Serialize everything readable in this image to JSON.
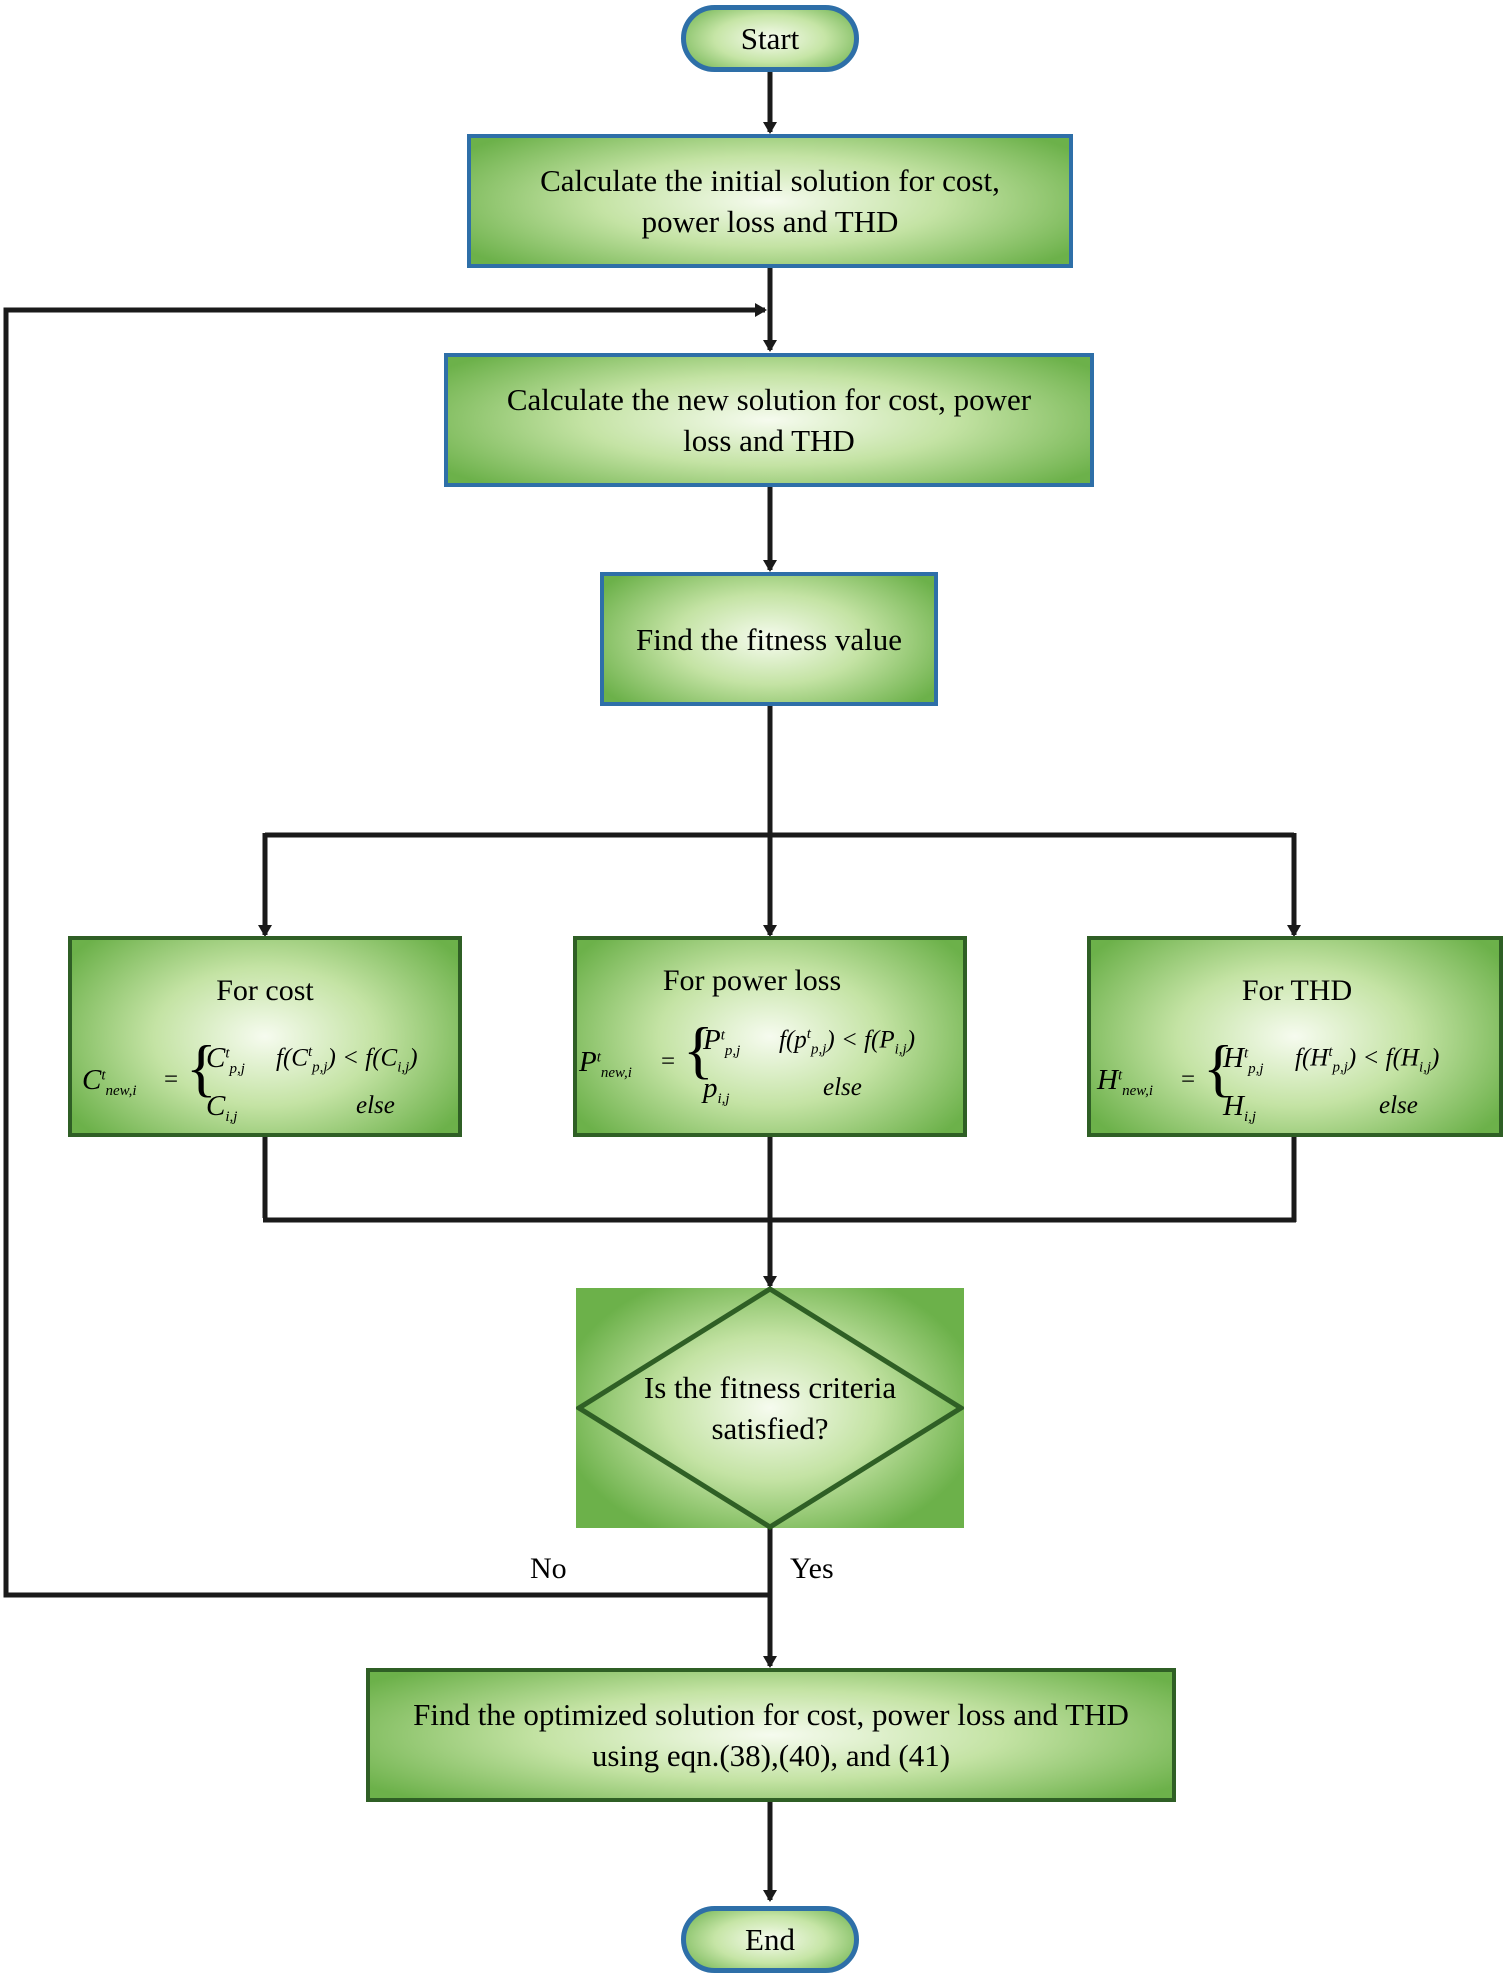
{
  "flow": {
    "start": "Start",
    "step_initial": [
      "Calculate the initial solution for cost,",
      "power loss and THD"
    ],
    "step_new": [
      "Calculate the new solution for cost, power",
      "loss and THD"
    ],
    "step_fitness": "Find the fitness value",
    "branch_cost": {
      "title": "For cost",
      "lhs": "C",
      "lhs_sup": "t",
      "lhs_sub": "new,i",
      "case1_value": "C",
      "case1_sup": "t",
      "case1_sub": "p,j",
      "case1_cond": "f(C<sup>t</sup><sub>p,j</sub>) &lt; f(C<sub>i,j</sub>)",
      "case2_value": "C",
      "case2_sub": "i,j",
      "case2_cond": "else"
    },
    "branch_power": {
      "title": "For power loss",
      "lhs": "P",
      "lhs_sup": "t",
      "lhs_sub": "new,i",
      "case1_value": "P",
      "case1_sup": "t",
      "case1_sub": "p,j",
      "case1_cond": "f(p<sup>t</sup><sub>p,j</sub>) &lt; f(P<sub>i,j</sub>)",
      "case2_value": "p",
      "case2_sub": "i,j",
      "case2_cond": "else"
    },
    "branch_thd": {
      "title": "For THD",
      "lhs": "H",
      "lhs_sup": "t",
      "lhs_sub": "new,i",
      "case1_value": "H",
      "case1_sup": "t",
      "case1_sub": "p,j",
      "case1_cond": "f(H<sup>t</sup><sub>p,j</sub>) &lt; f(H<sub>i,j</sub>)",
      "case2_value": "H",
      "case2_sub": "i,j",
      "case2_cond": "else"
    },
    "decision": [
      "Is the fitness criteria",
      "satisfied?"
    ],
    "no_label": "No",
    "yes_label": "Yes",
    "step_optimized": [
      "Find the optimized solution for cost, power loss and THD",
      "using eqn.(38),(40), and (41)"
    ],
    "end": "End"
  },
  "colors": {
    "blue_border": "#2e6fa8",
    "dark_green_border": "#2f5f25",
    "green_fill": "#6cb14a",
    "line": "#1a1a1a"
  }
}
